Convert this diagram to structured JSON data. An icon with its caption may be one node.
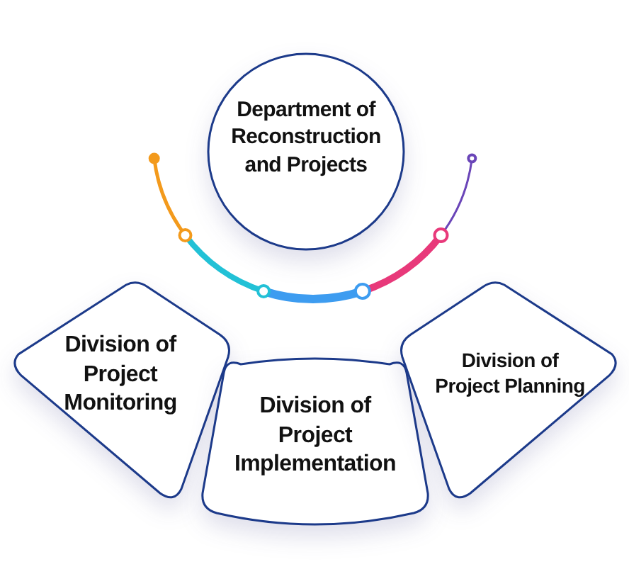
{
  "diagram": {
    "nodes": [
      {
        "text": [
          "Department of Reconstruction and Projects"
        ]
      },
      {
        "text": [
          "Division of Project Monitoring"
        ]
      },
      {
        "text": [
          "Division of Project Implementation"
        ]
      },
      {
        "text": [
          "Division of Project Planning"
        ]
      }
    ]
  }
}
